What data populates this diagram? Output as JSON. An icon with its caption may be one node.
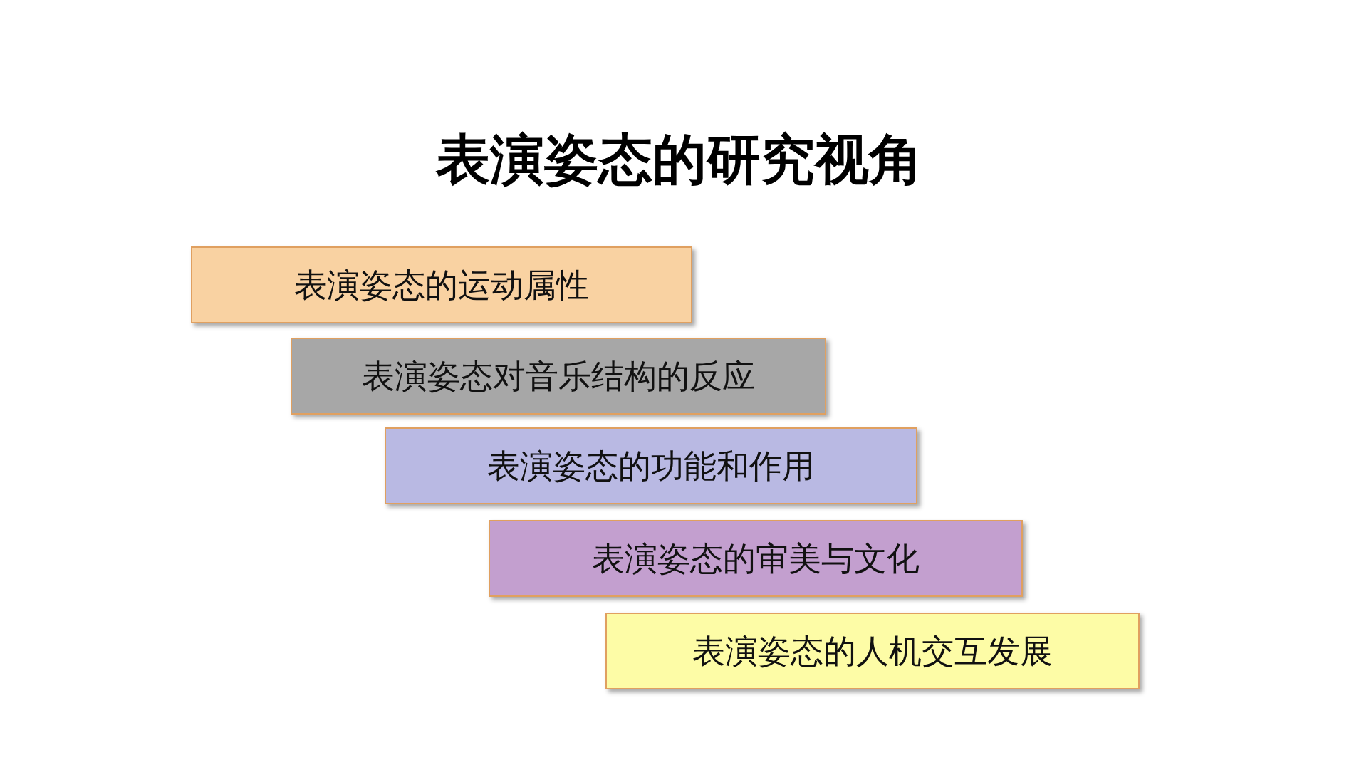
{
  "diagram": {
    "title": "表演姿态的研究视角",
    "nodes": [
      {
        "text": [
          "表演姿态的运动属性"
        ]
      },
      {
        "text": [
          "表演姿态对音乐结构的反应"
        ]
      },
      {
        "text": [
          "表演姿态的功能和作用"
        ]
      },
      {
        "text": [
          "表演姿态的审美与文化"
        ]
      },
      {
        "text": [
          "表演姿态的人机交互发展"
        ]
      }
    ]
  }
}
